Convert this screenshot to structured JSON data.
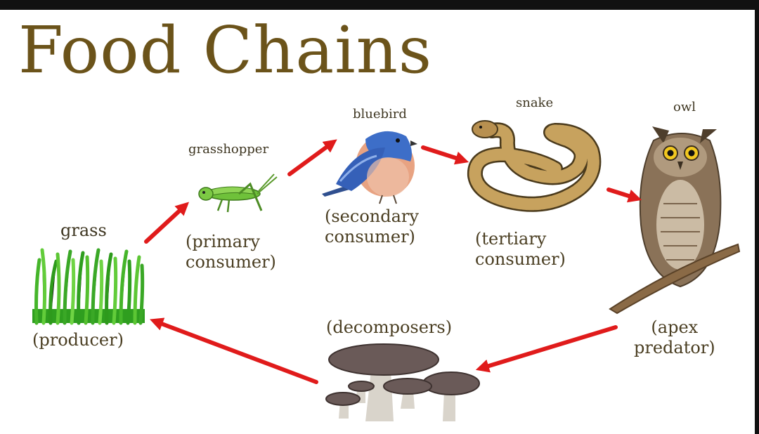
{
  "title": "Food Chains",
  "nodes": {
    "grass": {
      "name": "grass",
      "role": "(producer)",
      "icon": "grass-icon"
    },
    "grasshopper": {
      "name": "grasshopper",
      "role_line1": "(primary",
      "role_line2": "consumer)",
      "icon": "grasshopper-icon"
    },
    "bluebird": {
      "name": "bluebird",
      "role_line1": "(secondary",
      "role_line2": "consumer)",
      "icon": "bluebird-icon"
    },
    "snake": {
      "name": "snake",
      "role_line1": "(tertiary",
      "role_line2": "consumer)",
      "icon": "snake-icon"
    },
    "owl": {
      "name": "owl",
      "role_line1": "(apex",
      "role_line2": "predator)",
      "icon": "owl-icon"
    },
    "decomposers": {
      "role": "(decomposers)",
      "icon": "mushroom-icon"
    }
  },
  "colors": {
    "title": "#6b531a",
    "arrow": "#e01b1b",
    "text": "#3d3520"
  }
}
